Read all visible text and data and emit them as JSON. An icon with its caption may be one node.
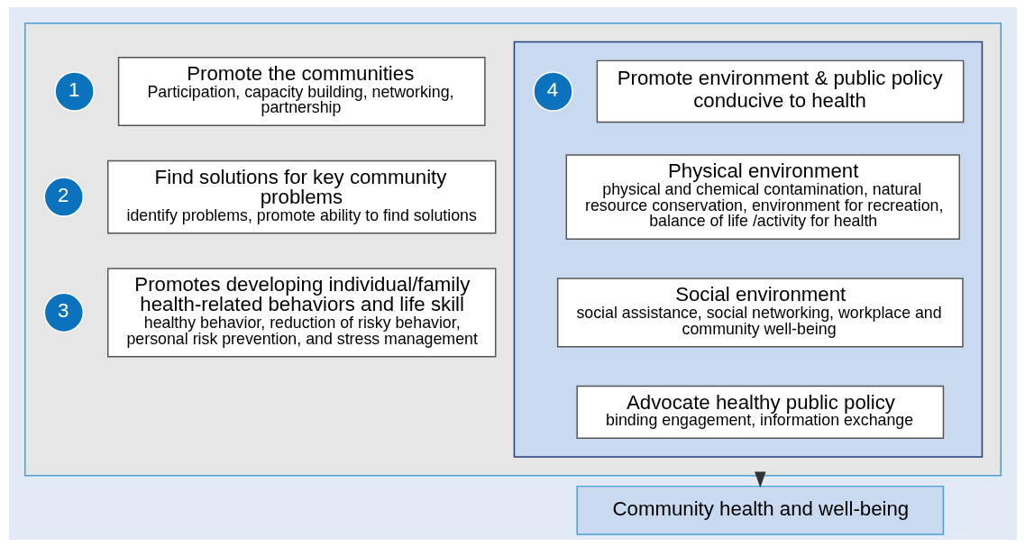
{
  "diagram": {
    "nodes": [
      {
        "text": [],
        "shape": "box"
      },
      {
        "text": [
          "1"
        ],
        "in": 0
      },
      {
        "text": [
          "Promote the communities",
          "Participation, capacity building, networking, partnership"
        ],
        "in": 0
      },
      {
        "text": [
          "2"
        ],
        "in": 0
      },
      {
        "text": [
          "Find solutions for key community problems",
          "identify problems, promote ability to find solutions"
        ],
        "in": 0
      },
      {
        "text": [
          "3"
        ],
        "in": 0
      },
      {
        "text": [
          "Promotes developing individual/family health-related behaviors and life skill",
          "healthy behavior, reduction of risky behavior, personal risk prevention, and stress management"
        ],
        "in": 0
      },
      {
        "text": [],
        "shape": "box",
        "in": 0
      },
      {
        "text": [
          "4"
        ],
        "in": 7
      },
      {
        "text": [
          "Promote environment & public policy conducive to health"
        ],
        "in": 7
      },
      {
        "text": [
          "Physical environment",
          "physical and chemical contamination, natural resource conservation, environment for recreation, balance of life /activity for health"
        ],
        "in": 7
      },
      {
        "text": [
          "Social environment",
          "social assistance, social networking, workplace and community well-being"
        ],
        "in": 7
      },
      {
        "text": [
          "Advocate healthy public policy",
          "binding engagement, information exchange"
        ],
        "in": 7
      },
      {
        "text": [
          "Community health and well-being"
        ]
      }
    ],
    "edges": [
      {
        "from": 0,
        "to": 13,
        "arrow": "to"
      }
    ]
  }
}
